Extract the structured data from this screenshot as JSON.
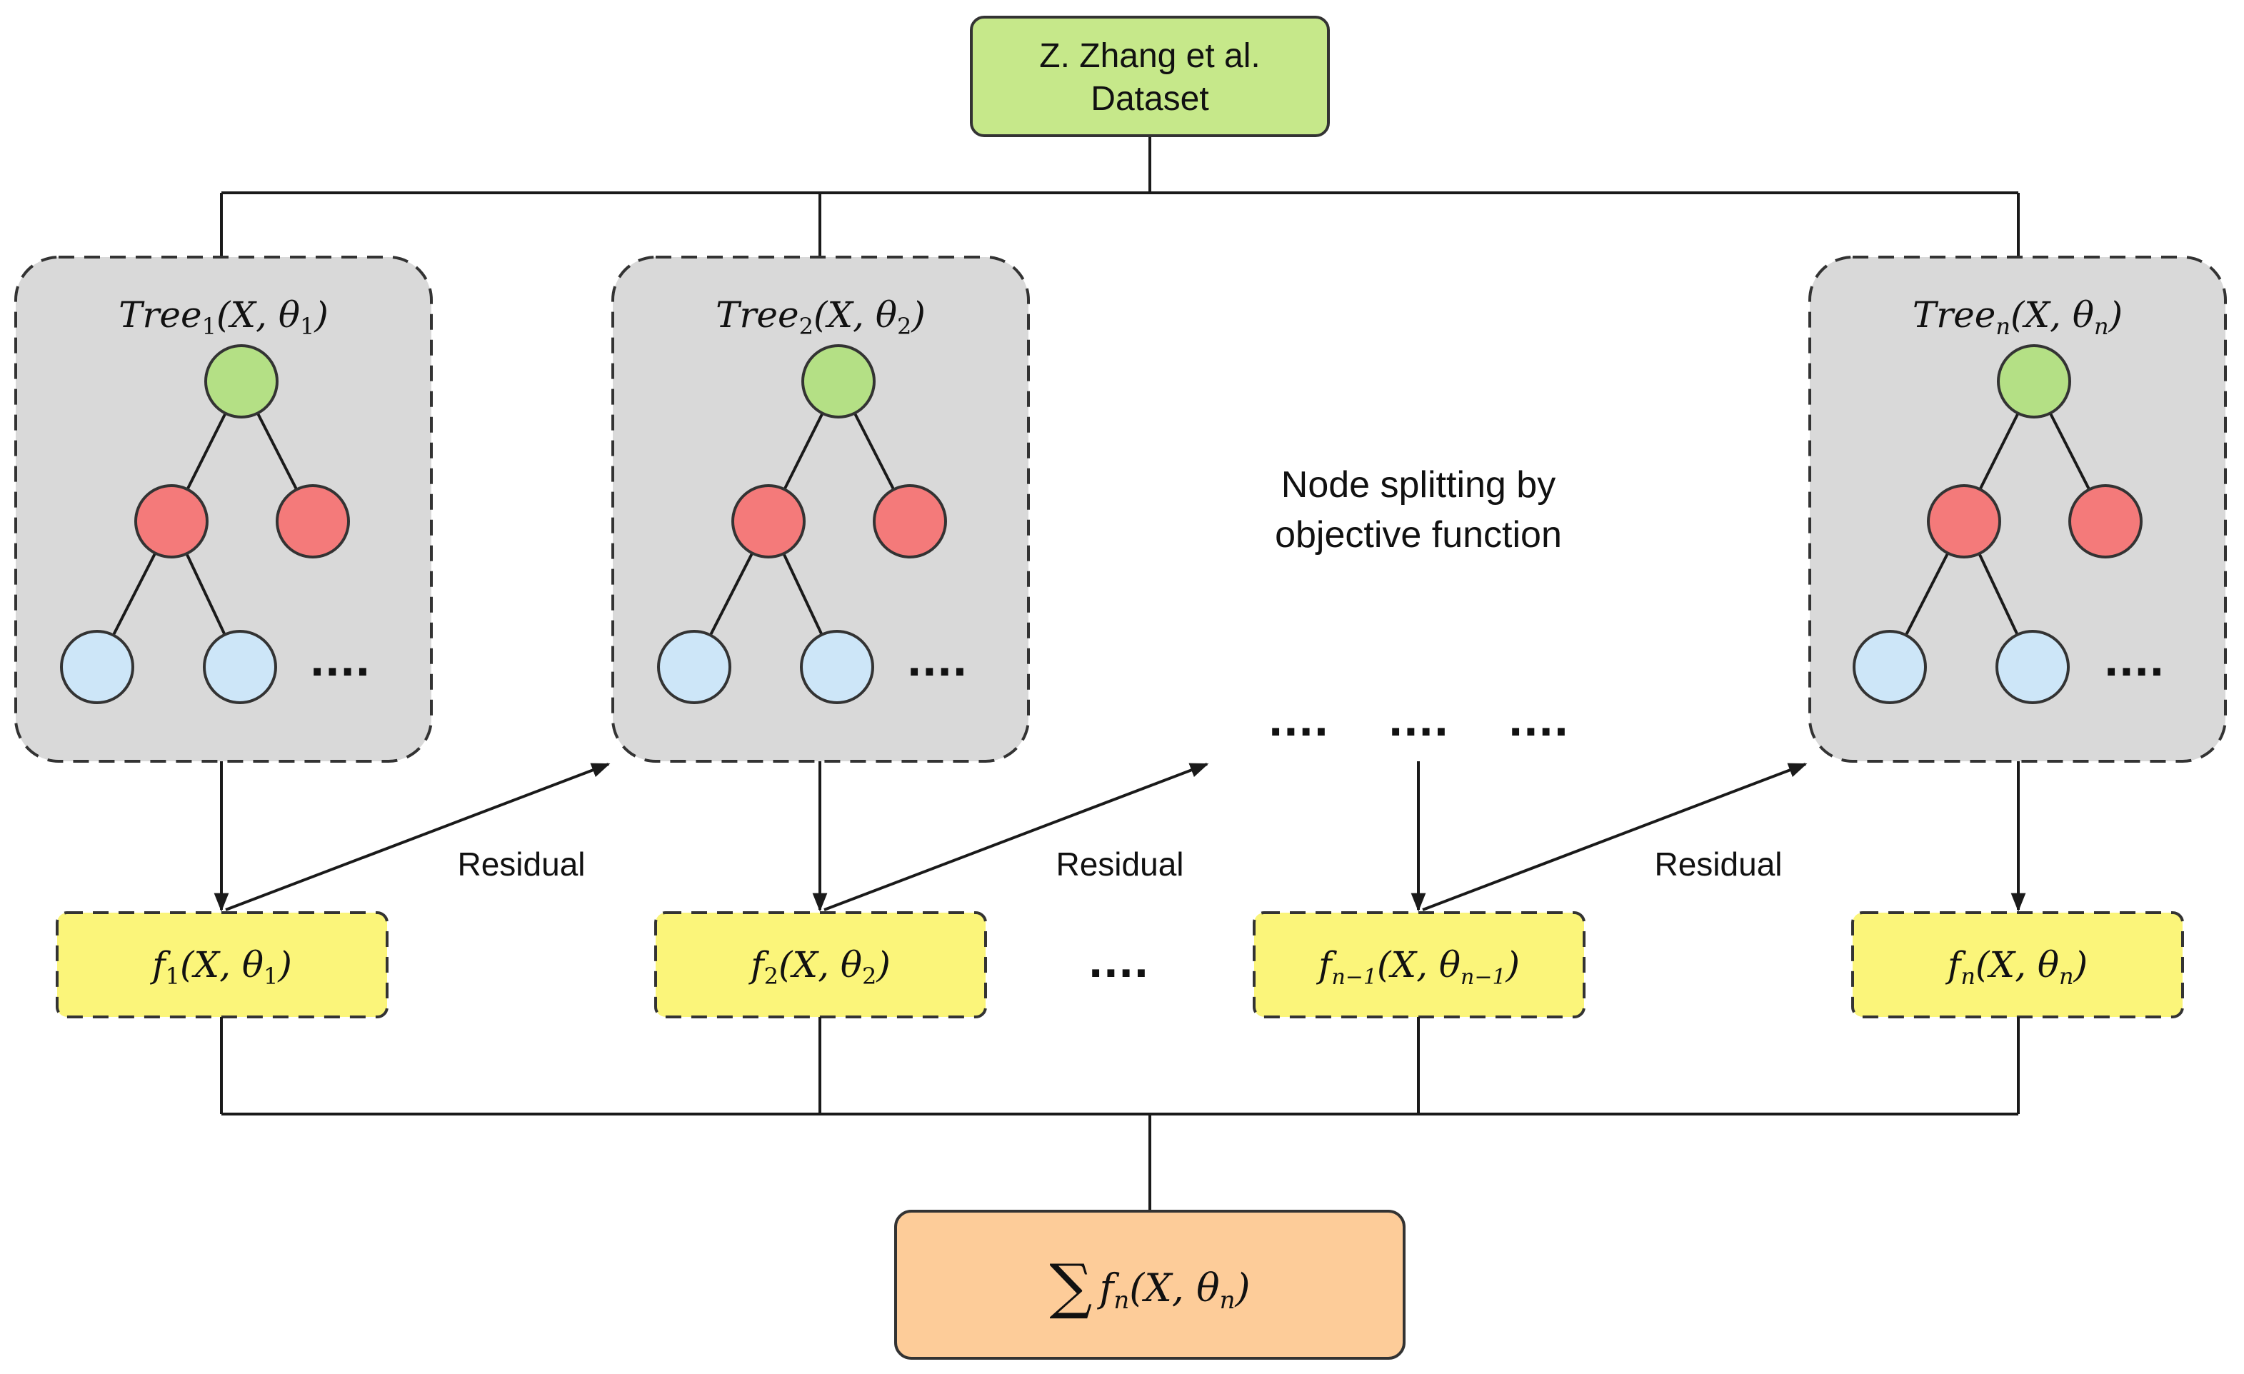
{
  "dataset_box": {
    "line1": "Z. Zhang et al.",
    "line2": "Dataset"
  },
  "trees": [
    {
      "name": "Tree",
      "sub": "1",
      "args": "(X, θ",
      "arg_sub": "1",
      "close": ")",
      "ellipsis": "...."
    },
    {
      "name": "Tree",
      "sub": "2",
      "args": "(X, θ",
      "arg_sub": "2",
      "close": ")",
      "ellipsis": "...."
    },
    {
      "name": "Tree",
      "sub": "n",
      "args": "(X, θ",
      "arg_sub": "n",
      "close": ")",
      "ellipsis": "...."
    }
  ],
  "node_splitting_label": {
    "line1": "Node splitting by",
    "line2": "objective function"
  },
  "middle_ellipses": [
    "....",
    "....",
    "...."
  ],
  "residual_label": "Residual",
  "functions": [
    {
      "name": "f",
      "sub": "1",
      "args": "(X, θ",
      "arg_sub": "1",
      "close": ")"
    },
    {
      "name": "f",
      "sub": "2",
      "args": "(X, θ",
      "arg_sub": "2",
      "close": ")"
    },
    {
      "name": "f",
      "sub": "n−1",
      "args": "(X, θ",
      "arg_sub": "n−1",
      "close": ")"
    },
    {
      "name": "f",
      "sub": "n",
      "args": "(X, θ",
      "arg_sub": "n",
      "close": ")"
    }
  ],
  "function_ellipsis": "....",
  "sum_box": {
    "symbol": "∑",
    "name": "f",
    "sub": "n",
    "args": "(X, θ",
    "arg_sub": "n",
    "close": ")"
  },
  "colors": {
    "dataset_fill": "#c6e88a",
    "tree_panel_fill": "#d9d9d9",
    "root_node": "#b4e085",
    "red_node": "#f47a7a",
    "blue_node": "#cde6f8",
    "function_fill": "#fbf57a",
    "sum_fill": "#fdcc99",
    "line": "#1a1a1a"
  }
}
